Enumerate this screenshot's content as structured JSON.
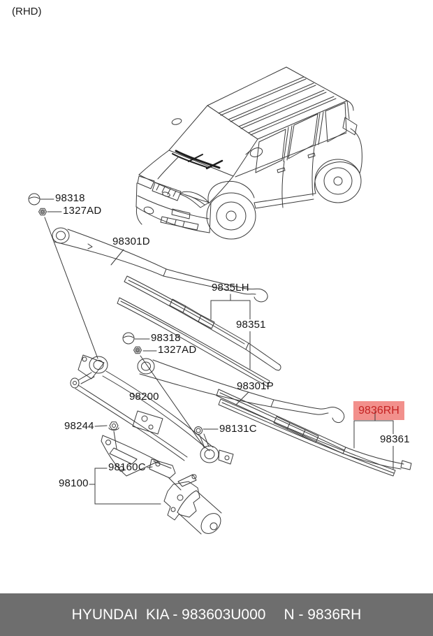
{
  "drive_note": "(RHD)",
  "diagram": {
    "vehicle": "kia-sportage-suv-front-three-quarter-line-art",
    "labels": [
      {
        "id": "98318-upper",
        "text": "98318"
      },
      {
        "id": "1327AD-upper",
        "text": "1327AD"
      },
      {
        "id": "98301D",
        "text": "98301D"
      },
      {
        "id": "9835LH",
        "text": "9835LH"
      },
      {
        "id": "98351",
        "text": "98351"
      },
      {
        "id": "98318-lower",
        "text": "98318"
      },
      {
        "id": "1327AD-lower",
        "text": "1327AD"
      },
      {
        "id": "98301P",
        "text": "98301P"
      },
      {
        "id": "98200",
        "text": "98200"
      },
      {
        "id": "98244",
        "text": "98244"
      },
      {
        "id": "98131C",
        "text": "98131C"
      },
      {
        "id": "98160C",
        "text": "98160C"
      },
      {
        "id": "98100",
        "text": "98100"
      },
      {
        "id": "9836RH",
        "text": "9836RH",
        "highlighted": true
      },
      {
        "id": "98361",
        "text": "98361"
      }
    ],
    "highlight": {
      "background": "#F2908C",
      "text_color": "#C42222"
    },
    "line_color": "#3a3a3a"
  },
  "footer": {
    "background": "#6E6E6E",
    "text_color": "#FFFFFF",
    "maker_text": "HYUNDAI  KIA - 983603U000",
    "ref_text": "N - 9836RH"
  }
}
